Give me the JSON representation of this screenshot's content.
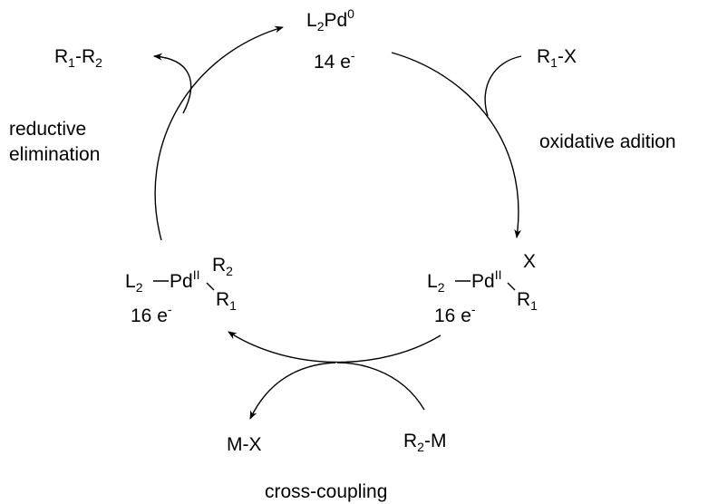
{
  "catalyst_pd0": {
    "L": "L",
    "L_sub": "2",
    "Pd": "Pd",
    "Pd_sup": "0",
    "electrons": "14 e",
    "electrons_sup": "-"
  },
  "product": {
    "R1": "R",
    "R1_sub": "1",
    "dash": "-",
    "R2": "R",
    "R2_sub": "2"
  },
  "substrate": {
    "R1": "R",
    "R1_sub": "1",
    "rest": "-X"
  },
  "step_reductive": {
    "line1": "reductive",
    "line2": "elimination"
  },
  "step_oxidative": {
    "label": "oxidative adition"
  },
  "step_cross": {
    "label": "cross-coupling"
  },
  "complex_left": {
    "L": "L",
    "L_sub": "2",
    "bond": "Pd",
    "ox": "II",
    "top": "R",
    "top_sub": "2",
    "bot": "R",
    "bot_sub": "1",
    "electrons": "16 e",
    "electrons_sup": "-"
  },
  "complex_right": {
    "L": "L",
    "L_sub": "2",
    "bond": "Pd",
    "ox": "II",
    "top": "X",
    "bot": "R",
    "bot_sub": "1",
    "electrons": "16 e",
    "electrons_sup": "-"
  },
  "byproduct": {
    "label": "M-X"
  },
  "reagent": {
    "R": "R",
    "R_sub": "2",
    "rest": "-M"
  },
  "colors": {
    "ink": "#000000",
    "background": "#ffffff"
  }
}
